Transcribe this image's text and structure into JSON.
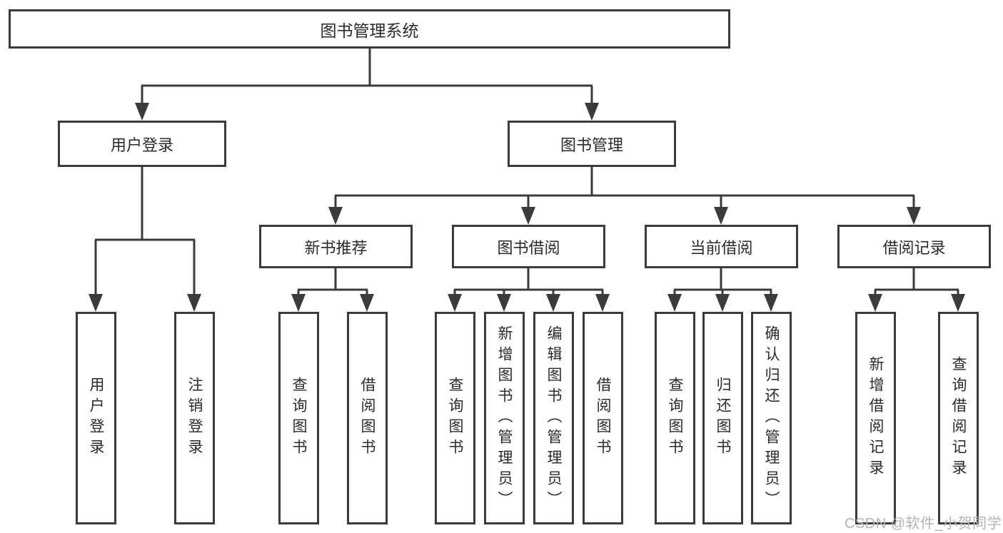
{
  "diagram_type": "hierarchy-tree",
  "colors": {
    "line": "#3b3b3b",
    "node_border": "#3b3b3b",
    "node_background": "#ffffff",
    "text": "#2a2a2e",
    "watermark": "#b3b3b3"
  },
  "tree": {
    "root": {
      "label": "图书管理系统",
      "children": [
        {
          "label": "用户登录",
          "children": [
            {
              "label": "用户登录"
            },
            {
              "label": "注销登录"
            }
          ]
        },
        {
          "label": "图书管理",
          "children": [
            {
              "label": "新书推荐",
              "children": [
                {
                  "label": "查询图书"
                },
                {
                  "label": "借阅图书"
                }
              ]
            },
            {
              "label": "图书借阅",
              "children": [
                {
                  "label": "查询图书"
                },
                {
                  "label": "新增图书（管理员）"
                },
                {
                  "label": "编辑图书（管理员）"
                },
                {
                  "label": "借阅图书"
                }
              ]
            },
            {
              "label": "当前借阅",
              "children": [
                {
                  "label": "查询图书"
                },
                {
                  "label": "归还图书"
                },
                {
                  "label": "确认归还（管理员）"
                }
              ]
            },
            {
              "label": "借阅记录",
              "children": [
                {
                  "label": "新增借阅记录"
                },
                {
                  "label": "查询借阅记录"
                }
              ]
            }
          ]
        }
      ]
    }
  },
  "watermark": {
    "text": "CSDN @软件_小贺同学"
  }
}
